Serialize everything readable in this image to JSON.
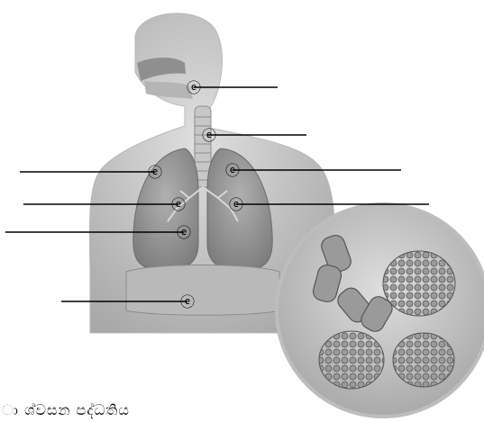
{
  "diagram": {
    "subject": "human respiratory system",
    "caption": "ා ශ්‍වසන පද්ධතිය",
    "marker_glyph": "ⓔ",
    "label_line_count": 9,
    "colors": {
      "body_fill": "#d2d2d2",
      "body_shade": "#a9a9a9",
      "lung_fill": "#9c9c9c",
      "lung_shadow": "#7d7d7d",
      "airway": "#c4c4c4",
      "magnifier_fill": "#cfcfcf",
      "line": "#000000"
    },
    "inset": {
      "content": "bronchiole with alveoli clusters (magnified)"
    }
  }
}
